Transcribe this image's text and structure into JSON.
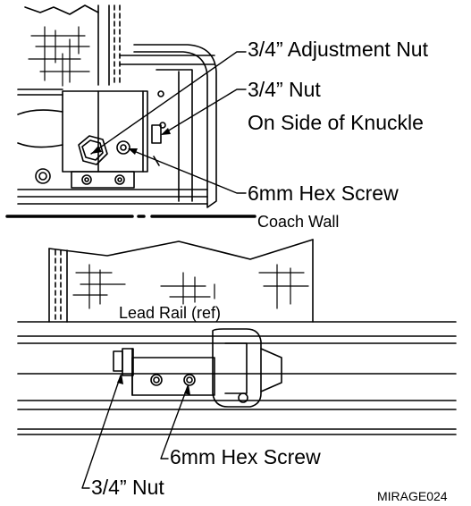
{
  "figure_id": "MIRAGE024",
  "top_view": {
    "labels": {
      "adjustment_nut": "3/4” Adjustment Nut",
      "side_nut_line1": "3/4” Nut",
      "side_nut_line2": "On Side of Knuckle",
      "hex_screw": "6mm Hex Screw",
      "coach_wall": "Coach Wall"
    }
  },
  "bottom_view": {
    "labels": {
      "lead_rail": "Lead Rail (ref)",
      "hex_screw": "6mm Hex Screw",
      "nut": "3/4” Nut"
    }
  },
  "colors": {
    "line": "#000000",
    "background": "#ffffff"
  }
}
